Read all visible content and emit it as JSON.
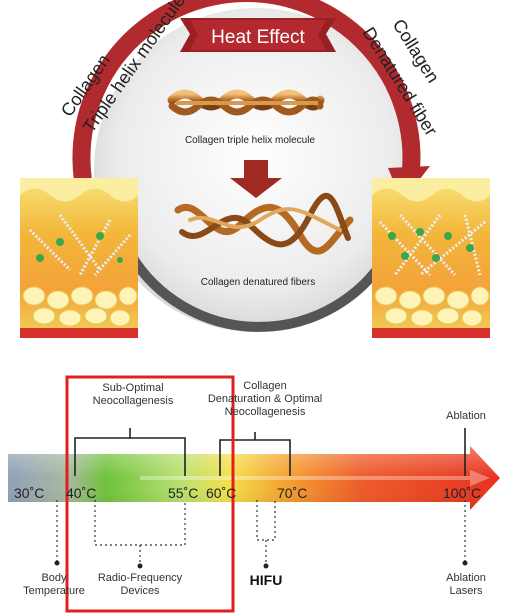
{
  "top": {
    "heat_effect": "Heat Effect",
    "left_arc_line1": "Collagen",
    "left_arc_line2": "Triple helix molecule",
    "right_arc_line1": "Collagen",
    "right_arc_line2": "Denatured fiber",
    "caption_helix": "Collagen triple helix molecule",
    "caption_denatured": "Collagen denatured fibers"
  },
  "scale": {
    "bracket_suboptimal": "Sub-Optimal\nNeocollagenesis",
    "bracket_optimal": "Collagen\nDenaturation & Optimal\nNeocollagenesis",
    "ablation_top": "Ablation",
    "temps": [
      "30˚C",
      "40˚C",
      "55˚C",
      "60˚C",
      "70˚C",
      "100˚C"
    ],
    "body_temp": "Body\nTemperature",
    "rf_devices": "Radio-Frequency\nDevices",
    "hifu": "HIFU",
    "ablation_lasers": "Ablation\nLasers"
  },
  "colors": {
    "arc": "#b02a2e",
    "ring": "#555555",
    "highlight_box": "#e02020"
  }
}
